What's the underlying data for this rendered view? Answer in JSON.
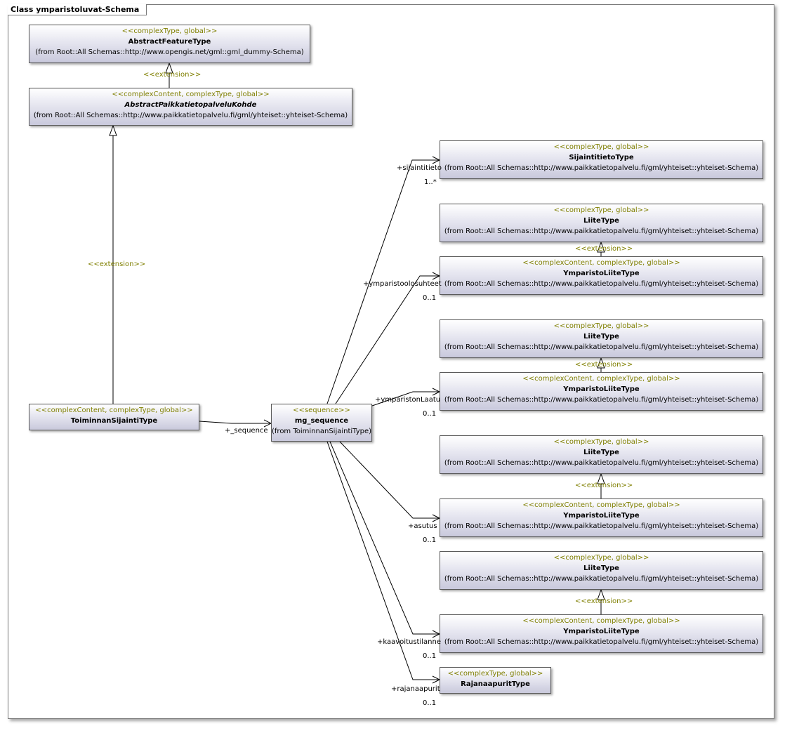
{
  "frame": {
    "title": "Class ymparistoluvat-Schema"
  },
  "classes": {
    "abstract_feature": {
      "stereotype": "<<complexType, global>>",
      "name": "AbstractFeatureType",
      "from": "(from Root::All Schemas::http://www.opengis.net/gml::gml_dummy-Schema)"
    },
    "abstract_pk": {
      "stereotype": "<<complexContent, complexType, global>>",
      "name": "AbstractPaikkatietopalveluKohde",
      "from": "(from Root::All Schemas::http://www.paikkatietopalvelu.fi/gml/yhteiset::yhteiset-Schema)"
    },
    "toiminnan": {
      "stereotype": "<<complexContent, complexType, global>>",
      "name": "ToiminnanSijaintiType"
    },
    "mg_sequence": {
      "stereotype": "<<sequence>>",
      "name": "mg_sequence",
      "from": "(from ToiminnanSijaintiType)"
    },
    "sijaintitieto": {
      "stereotype": "<<complexType, global>>",
      "name": "SijaintitietoType",
      "from": "(from Root::All Schemas::http://www.paikkatietopalvelu.fi/gml/yhteiset::yhteiset-Schema)"
    },
    "liite_1": {
      "stereotype": "<<complexType, global>>",
      "name": "LiiteType",
      "from": "(from Root::All Schemas::http://www.paikkatietopalvelu.fi/gml/yhteiset::yhteiset-Schema)"
    },
    "ympliite_1": {
      "stereotype": "<<complexContent, complexType, global>>",
      "name": "YmparistoLiiteType",
      "from": "(from Root::All Schemas::http://www.paikkatietopalvelu.fi/gml/yhteiset::yhteiset-Schema)"
    },
    "liite_2": {
      "stereotype": "<<complexType, global>>",
      "name": "LiiteType",
      "from": "(from Root::All Schemas::http://www.paikkatietopalvelu.fi/gml/yhteiset::yhteiset-Schema)"
    },
    "ympliite_2": {
      "stereotype": "<<complexContent, complexType, global>>",
      "name": "YmparistoLiiteType",
      "from": "(from Root::All Schemas::http://www.paikkatietopalvelu.fi/gml/yhteiset::yhteiset-Schema)"
    },
    "liite_3": {
      "stereotype": "<<complexType, global>>",
      "name": "LiiteType",
      "from": "(from Root::All Schemas::http://www.paikkatietopalvelu.fi/gml/yhteiset::yhteiset-Schema)"
    },
    "ympliite_3": {
      "stereotype": "<<complexContent, complexType, global>>",
      "name": "YmparistoLiiteType",
      "from": "(from Root::All Schemas::http://www.paikkatietopalvelu.fi/gml/yhteiset::yhteiset-Schema)"
    },
    "liite_4": {
      "stereotype": "<<complexType, global>>",
      "name": "LiiteType",
      "from": "(from Root::All Schemas::http://www.paikkatietopalvelu.fi/gml/yhteiset::yhteiset-Schema)"
    },
    "ympliite_4": {
      "stereotype": "<<complexContent, complexType, global>>",
      "name": "YmparistoLiiteType",
      "from": "(from Root::All Schemas::http://www.paikkatietopalvelu.fi/gml/yhteiset::yhteiset-Schema)"
    },
    "rajanaapurit": {
      "stereotype": "<<complexType, global>>",
      "name": "RajanaapuritType"
    }
  },
  "extension_label": "<<extension>>",
  "associations": {
    "sequence": {
      "role": "+_sequence"
    },
    "sijaintitieto": {
      "role": "+sijaintitieto",
      "mult": "1..*"
    },
    "ymparistoolosuhteet": {
      "role": "+ymparistoolosuhteet",
      "mult": "0..1"
    },
    "ymparistonlaatu": {
      "role": "+ymparistonLaatu",
      "mult": "0..1"
    },
    "asutus": {
      "role": "+asutus",
      "mult": "0..1"
    },
    "kaavoitustilanne": {
      "role": "+kaavoitustilanne",
      "mult": "0..1"
    },
    "rajanaapurit": {
      "role": "+rajanaapurit",
      "mult": "0..1"
    }
  }
}
